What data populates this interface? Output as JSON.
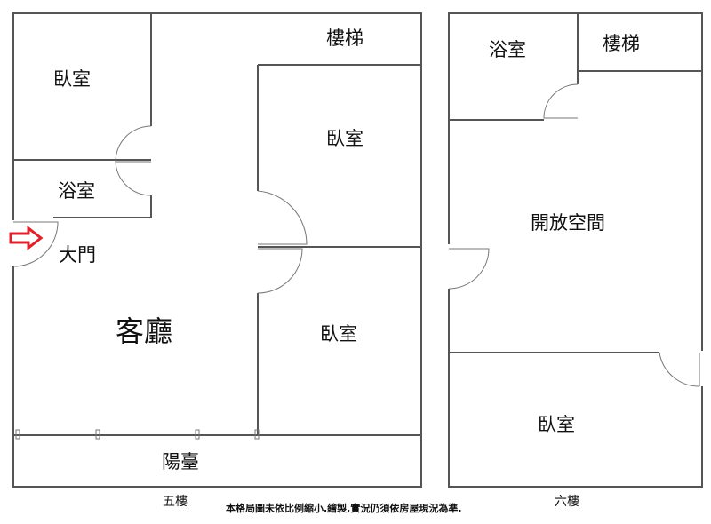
{
  "floor5": {
    "rooms": {
      "bedroom_top_left": "臥室",
      "bathroom": "浴室",
      "stairs": "樓梯",
      "bedroom_right_top": "臥室",
      "bedroom_right_bottom": "臥室",
      "living_room": "客廳",
      "balcony": "陽臺",
      "main_door": "大門"
    },
    "label": "五樓"
  },
  "floor6": {
    "rooms": {
      "bathroom": "浴室",
      "stairs": "樓梯",
      "open_space": "開放空間",
      "bedroom": "臥室"
    },
    "label": "六樓"
  },
  "note": "本格局圖未依比例縮小.繪製,實況仍須依房屋現況為準.",
  "colors": {
    "entrance_arrow": "#e0202a"
  }
}
